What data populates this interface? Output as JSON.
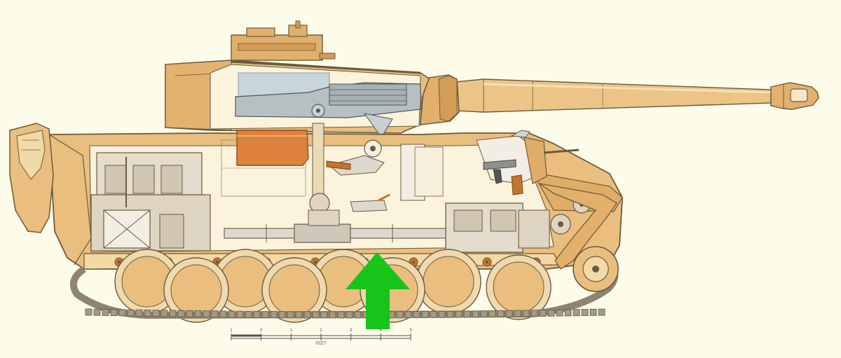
{
  "diagram": {
    "kind": "tank cutaway cross-section illustration",
    "colors": {
      "background": "#fdfbea",
      "armor_tan": "#e9be7e",
      "armor_dark": "#d9a55c",
      "armor_light": "#f3d9a6",
      "interior": "#fbf3dc",
      "outline": "#6b5a3c",
      "machinery_gray": "#b8bfc2",
      "fuel_tank_orange": "#e0823c",
      "wood_brown": "#c5742f",
      "wheel_rim": "#f0d9ae",
      "track": "#8e8472",
      "blue_gray": "#c8d6dc",
      "arrow_green": "#17c41a"
    },
    "pointer": {
      "icon": "up-arrow-icon",
      "color": "#17c41a"
    }
  },
  "scale_bar": {
    "ticks": [
      "1",
      "0",
      "1",
      "2",
      "3",
      "4",
      "5"
    ],
    "unit": "FEET"
  }
}
